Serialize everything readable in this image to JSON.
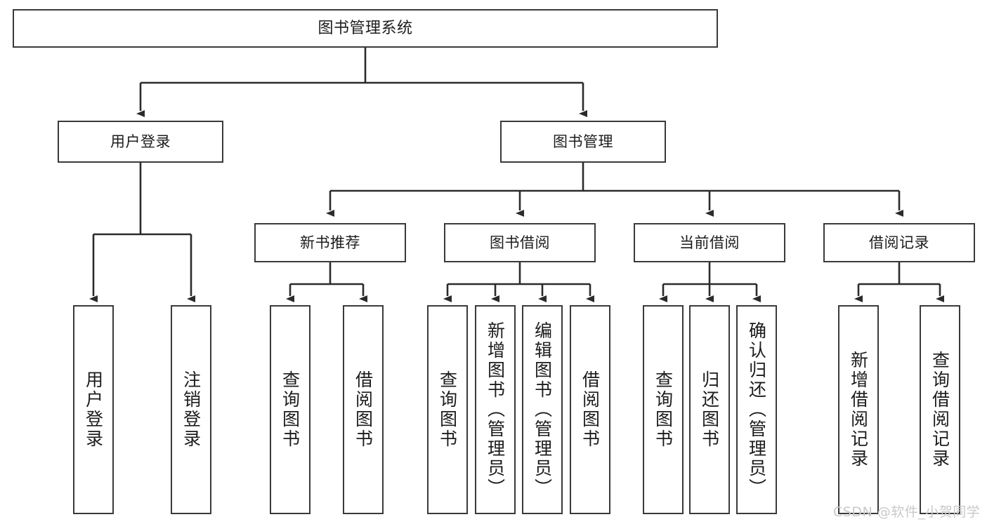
{
  "diagram": {
    "type": "tree-hierarchy",
    "title": "图书管理系统",
    "colors": {
      "box_border": "#3a3a3a",
      "box_fill": "#ffffff",
      "connector": "#2b2b2b",
      "text": "#1c1c1c",
      "watermark": "#c9c9c9",
      "background": "#ffffff"
    },
    "root": {
      "label": "图书管理系统"
    },
    "level1": [
      {
        "id": "user-login",
        "label": "用户登录"
      },
      {
        "id": "book-manage",
        "label": "图书管理"
      }
    ],
    "level2": [
      {
        "id": "new-book-recommend",
        "label": "新书推荐",
        "parent": "book-manage"
      },
      {
        "id": "book-borrow",
        "label": "图书借阅",
        "parent": "book-manage"
      },
      {
        "id": "current-borrow",
        "label": "当前借阅",
        "parent": "book-manage"
      },
      {
        "id": "borrow-record",
        "label": "借阅记录",
        "parent": "book-manage"
      }
    ],
    "leaves": [
      {
        "id": "leaf-user-login",
        "label": "用户登录",
        "parent": "user-login"
      },
      {
        "id": "leaf-user-logout",
        "label": "注销登录",
        "parent": "user-login"
      },
      {
        "id": "leaf-query-book-1",
        "label": "查询图书",
        "parent": "new-book-recommend"
      },
      {
        "id": "leaf-borrow-book-1",
        "label": "借阅图书",
        "parent": "new-book-recommend"
      },
      {
        "id": "leaf-query-book-2",
        "label": "查询图书",
        "parent": "book-borrow"
      },
      {
        "id": "leaf-add-book",
        "label": "新增图书（管理员）",
        "parent": "book-borrow"
      },
      {
        "id": "leaf-edit-book",
        "label": "编辑图书（管理员）",
        "parent": "book-borrow"
      },
      {
        "id": "leaf-borrow-book-2",
        "label": "借阅图书",
        "parent": "book-borrow"
      },
      {
        "id": "leaf-query-book-3",
        "label": "查询图书",
        "parent": "current-borrow"
      },
      {
        "id": "leaf-return-book",
        "label": "归还图书",
        "parent": "current-borrow"
      },
      {
        "id": "leaf-confirm-return",
        "label": "确认归还（管理员）",
        "parent": "current-borrow"
      },
      {
        "id": "leaf-add-record",
        "label": "新增借阅记录",
        "parent": "borrow-record"
      },
      {
        "id": "leaf-query-record",
        "label": "查询借阅记录",
        "parent": "borrow-record"
      }
    ],
    "watermark": "CSDN @软件_小贺同学"
  }
}
